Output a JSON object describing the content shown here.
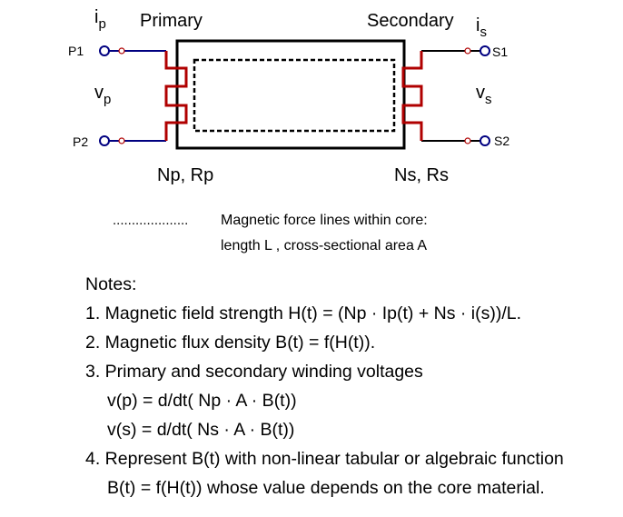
{
  "diagram": {
    "labels": {
      "primary": "Primary",
      "secondary": "Secondary",
      "ip_main": "i",
      "ip_sub": "p",
      "is_main": "i",
      "is_sub": "s",
      "vp_main": "v",
      "vp_sub": "p",
      "vs_main": "v",
      "vs_sub": "s",
      "p1": "P1",
      "p2": "P2",
      "s1": "S1",
      "s2": "S2",
      "np_rp": "Np, Rp",
      "ns_rs": "Ns, Rs"
    },
    "legend": {
      "dots": "....................",
      "line1": "Magnetic force lines within core:",
      "line2": "length L , cross-sectional area A"
    },
    "colors": {
      "winding": "#b00000",
      "lead": "#000080",
      "terminal": "#000080",
      "core": "#000000"
    }
  },
  "notes": {
    "heading": "Notes:",
    "n1": "1. Magnetic field strength H(t) = (Np · Ip(t) + Ns · i(s))/L.",
    "n2": "2. Magnetic flux density    B(t) = f(H(t)).",
    "n3": "3. Primary and secondary winding voltages",
    "n3a": "v(p) = d/dt( Np · A · B(t))",
    "n3b": "v(s) = d/dt( Ns · A · B(t))",
    "n4": "4. Represent B(t) with non-linear tabular or algebraic function",
    "n4a": "B(t) = f(H(t))    whose value depends on the core material."
  }
}
